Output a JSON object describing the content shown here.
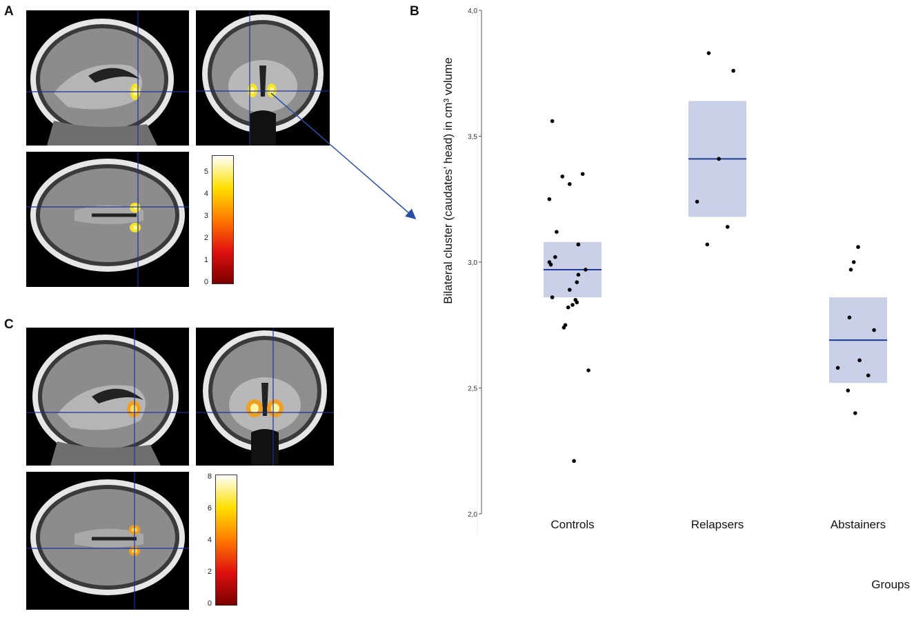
{
  "panels": {
    "a": {
      "letter": "A",
      "colorbar_ticks": [
        "0",
        "1",
        "2",
        "3",
        "4",
        "5"
      ]
    },
    "b": {
      "letter": "B"
    },
    "c": {
      "letter": "C",
      "colorbar_ticks": [
        "0",
        "2",
        "4",
        "6",
        "8"
      ]
    }
  },
  "colors": {
    "crosshair": "#1f2fa0",
    "box_fill": "#c9d0e8",
    "median_line": "#1f3a93",
    "arrow": "#2a4fa8",
    "point": "#000000"
  },
  "chart_data": {
    "type": "scatter",
    "ylabel": "Bilateral cluster (caudates’ head) in cm³ volume",
    "xlabel": "Groups",
    "ylim": [
      2.0,
      4.0
    ],
    "yticks": [
      2.0,
      2.5,
      3.0,
      3.5,
      4.0
    ],
    "ytick_labels": [
      "2,0",
      "2,5",
      "3,0",
      "3,5",
      "4,0"
    ],
    "categories": [
      "Controls",
      "Relapsers",
      "Abstainers"
    ],
    "boxes": [
      {
        "group": "Controls",
        "q1": 2.86,
        "median": 2.97,
        "q3": 3.08
      },
      {
        "group": "Relapsers",
        "q1": 3.18,
        "median": 3.41,
        "q3": 3.64
      },
      {
        "group": "Abstainers",
        "q1": 2.52,
        "median": 2.69,
        "q3": 2.86
      }
    ],
    "points": {
      "Controls": [
        3.56,
        3.35,
        3.34,
        3.31,
        3.25,
        3.12,
        3.07,
        3.07,
        3.02,
        3.0,
        2.99,
        2.97,
        2.95,
        2.92,
        2.89,
        2.86,
        2.85,
        2.84,
        2.83,
        2.82,
        2.75,
        2.74,
        2.57,
        2.21
      ],
      "Relapsers": [
        3.83,
        3.76,
        3.41,
        3.24,
        3.14,
        3.07
      ],
      "Abstainers": [
        3.06,
        3.0,
        2.97,
        2.78,
        2.73,
        2.61,
        2.58,
        2.55,
        2.49,
        2.4
      ]
    }
  }
}
